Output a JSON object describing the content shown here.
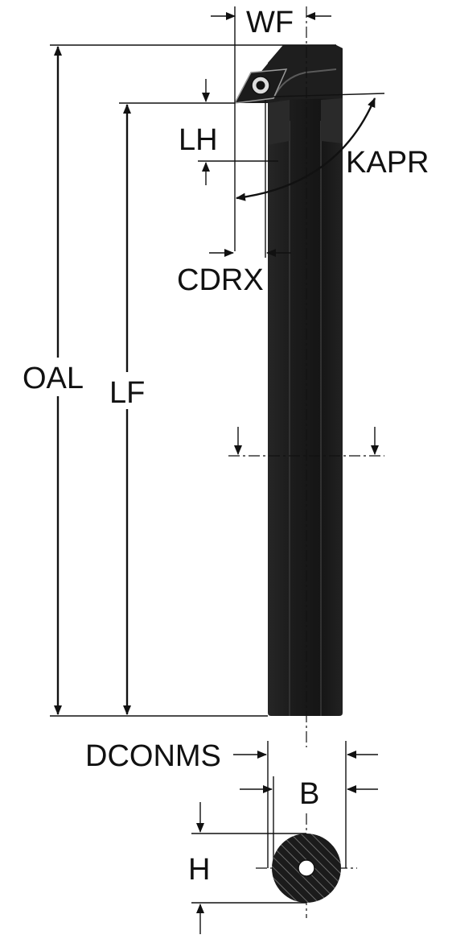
{
  "labels": {
    "wf": "WF",
    "lh": "LH",
    "kapr": "KAPR",
    "cdrx": "CDRX",
    "oal": "OAL",
    "lf": "LF",
    "dconms": "DCONMS",
    "b": "B",
    "h": "H"
  },
  "colors": {
    "body": "#1b1b1b",
    "body_highlight": "#2e2e2e",
    "insert": "#dcdcdc",
    "line": "#111111",
    "background": "#ffffff"
  },
  "icons": {
    "insert_screw": "circle-hex-screw",
    "cross_section_hatch": "diagonal-hatch"
  }
}
